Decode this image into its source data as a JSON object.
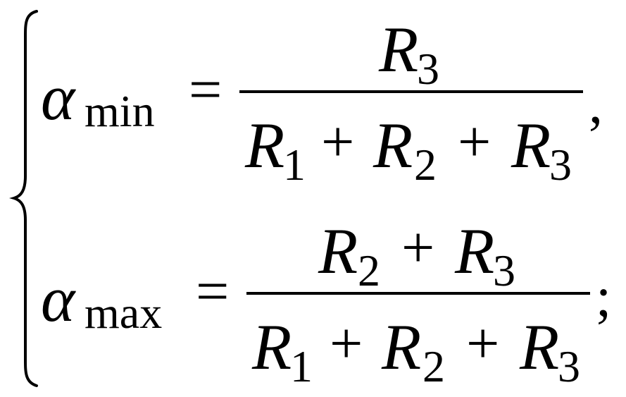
{
  "formula": {
    "row1": {
      "lhs_symbol": "α",
      "lhs_subscript": "min",
      "equals": "=",
      "numerator": [
        {
          "symbol": "R",
          "index": "3"
        }
      ],
      "denominator": [
        {
          "symbol": "R",
          "index": "1"
        },
        {
          "symbol": "R",
          "index": "2"
        },
        {
          "symbol": "R",
          "index": "3"
        }
      ],
      "plus": "+",
      "trailing": ","
    },
    "row2": {
      "lhs_symbol": "α",
      "lhs_subscript": "max",
      "equals": "=",
      "numerator": [
        {
          "symbol": "R",
          "index": "2"
        },
        {
          "symbol": "R",
          "index": "3"
        }
      ],
      "denominator": [
        {
          "symbol": "R",
          "index": "1"
        },
        {
          "symbol": "R",
          "index": "2"
        },
        {
          "symbol": "R",
          "index": "3"
        }
      ],
      "plus": "+",
      "trailing": ";"
    }
  }
}
